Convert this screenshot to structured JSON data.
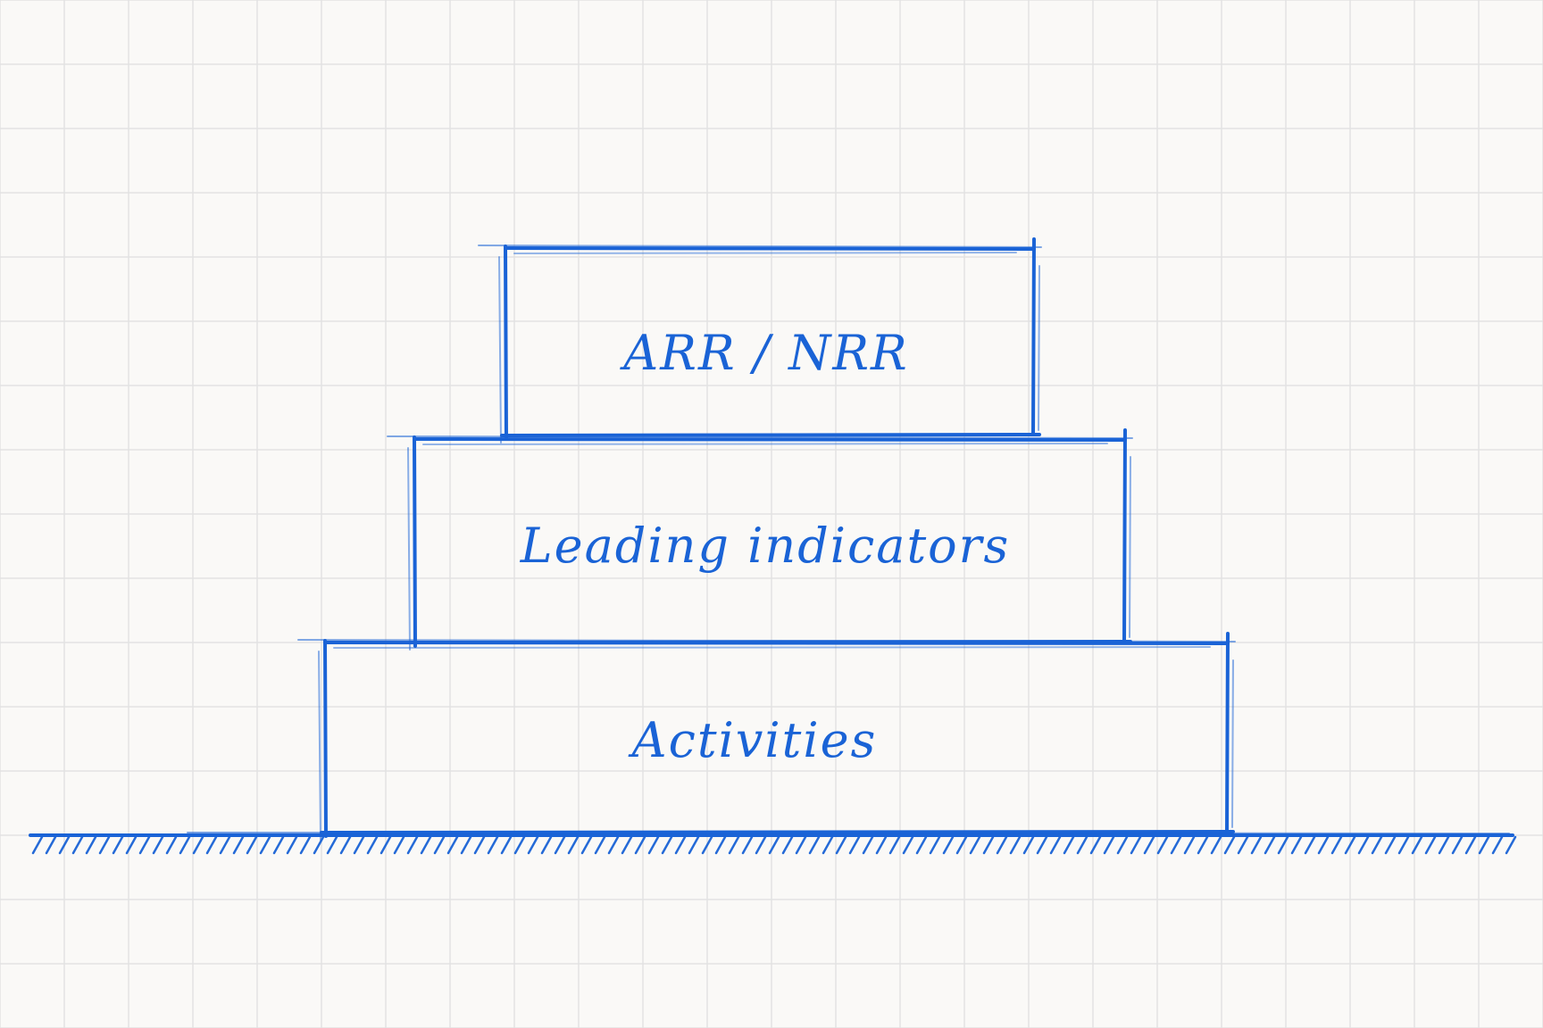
{
  "colors": {
    "ink": "#1a63d6",
    "grid": "#e3e3e3",
    "paper": "#faf9f7"
  },
  "tiers": [
    {
      "id": "top",
      "label": "ARR / NRR"
    },
    {
      "id": "middle",
      "label": "Leading indicators"
    },
    {
      "id": "bottom",
      "label": "Activities"
    }
  ]
}
